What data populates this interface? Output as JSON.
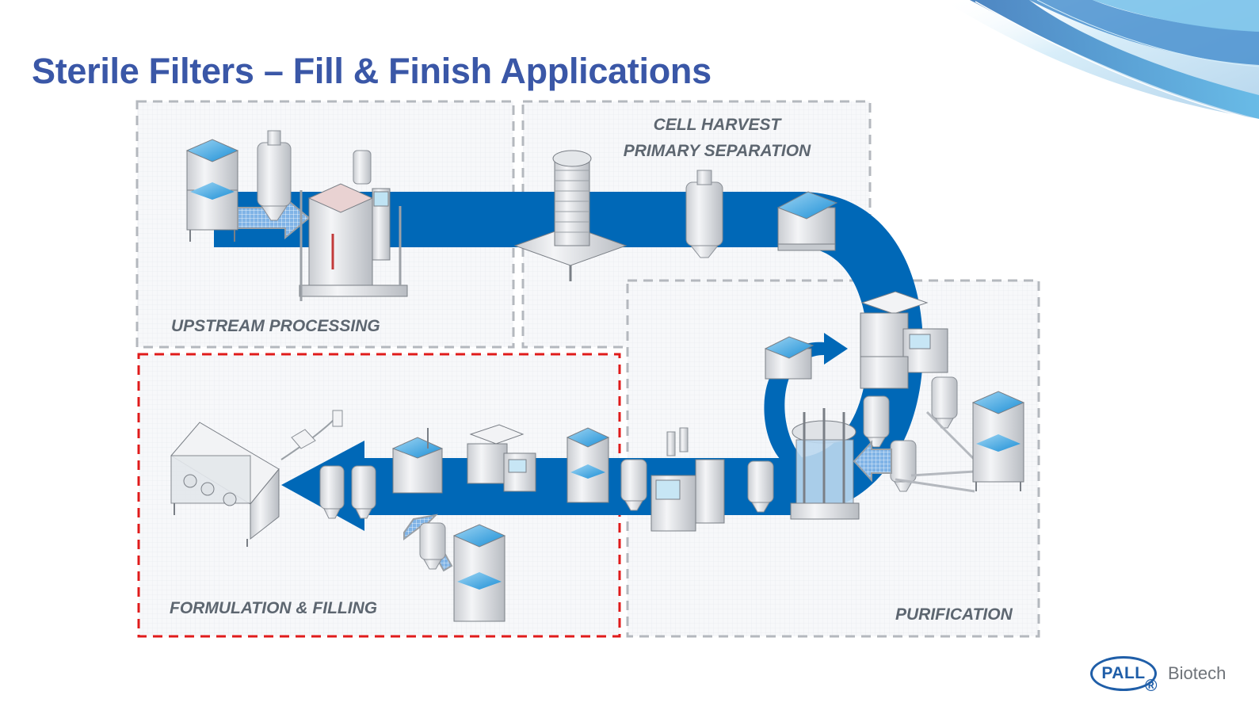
{
  "slide": {
    "title": "Sterile Filters – Fill & Finish Applications",
    "colors": {
      "title": "#3a57a7",
      "flow_arrow": "#0068b7",
      "zone_border": "#b4b8be",
      "highlight_border": "#e01b1b",
      "label": "#5d6670"
    }
  },
  "zones": [
    {
      "id": "upstream",
      "label": "UPSTREAM PROCESSING",
      "highlighted": false
    },
    {
      "id": "harvest",
      "label_lines": [
        "CELL HARVEST",
        "PRIMARY SEPARATION"
      ],
      "highlighted": false
    },
    {
      "id": "purification",
      "label": "PURIFICATION",
      "highlighted": false
    },
    {
      "id": "formulation",
      "label": "FORMULATION & FILLING",
      "highlighted": true
    }
  ],
  "equipment": {
    "upstream": [
      "stacked-bag-container",
      "capsule-filter",
      "bioreactor"
    ],
    "harvest": [
      "depth-filter-stack",
      "capsule-filter",
      "bag-tote"
    ],
    "purification": [
      "bag-tote",
      "tff-system",
      "capsule-filter",
      "capsule-filter",
      "capsule-filter",
      "chromatography-column",
      "stacked-bag-container",
      "capsule-filter",
      "chromatography-system"
    ],
    "formulation": [
      "stacked-bag-container",
      "tff-system",
      "mixer",
      "capsule-filter",
      "stacked-bag-container",
      "capsule-filter",
      "capsule-filter",
      "filling-isolator"
    ]
  },
  "logo": {
    "brand": "PALL",
    "registered": "®",
    "division": "Biotech"
  }
}
